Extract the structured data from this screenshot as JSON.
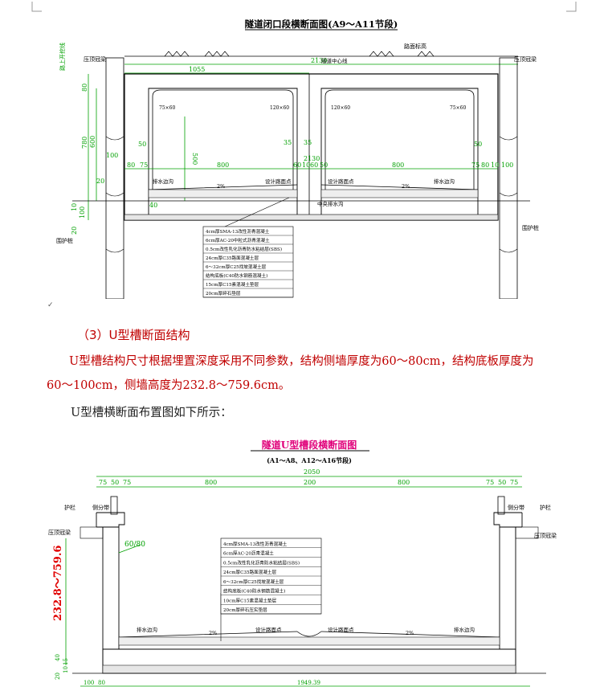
{
  "drawing1": {
    "title": "隧道闭口段横断面图(A9～A11节段)",
    "labels": {
      "road_design_line": "路面标高",
      "left_crown": "压顶冠梁",
      "right_crown": "压顶冠梁",
      "cover_elev": "路上开挖线",
      "tunnel_center": "隧道中心线",
      "pile_left": "围护桩",
      "pile_right": "围护桩",
      "drain_left": "排水边沟",
      "road_center_l": "设计路面点",
      "road_center_r": "设计路面点",
      "drain_right": "排水边沟",
      "mid_drain": "中央排水沟",
      "corner_l": "75×60",
      "corner_cl": "120×60",
      "corner_cr": "120×60",
      "corner_r": "75×60"
    },
    "dims": {
      "total": "2130",
      "half": "1055",
      "top_thick": "80",
      "height": "780",
      "inner_h": "600",
      "mid_h": "500",
      "left_100": "100",
      "wall50_l": "50",
      "wall50_r": "50",
      "d35": "35",
      "d35b": "35",
      "d20": "20",
      "d40": "40",
      "d10": "10",
      "d100": "100",
      "d20b": "20",
      "mid2130": "2130",
      "row_80a": "80",
      "row_75a": "75",
      "row_800a": "800",
      "row_60a": "60",
      "row_10a": "10",
      "row_60b": "60",
      "row_50": "50",
      "row_800b": "800",
      "row_75b": "75",
      "row_80b": "80",
      "row_10b": "10",
      "row_100": "100",
      "slope_l": "2%",
      "slope_r": "2%"
    },
    "layers": [
      "4cm厚SMA-13改性沥青混凝土",
      "6cm厚AC-20中粒式沥青混凝土",
      "0.5cm改性乳化沥青防水粘结层(SBS)",
      "24cm厚C35路面混凝土层",
      "6～32cm厚C25找坡混凝土层",
      "结构底板(C40防水钢筋混凝土)",
      "15cm厚C15素混凝土垫层",
      "20cm厚碎石垫层"
    ]
  },
  "section": {
    "heading": "（3）U型槽断面结构",
    "para1_line1": "U型槽结构尺寸根据埋置深度采用不同参数，结构侧墙厚度为60～80cm，结构底板厚度为",
    "para1_line2": "60～100cm，侧墙高度为232.8～759.6cm。",
    "caption": "U型槽横断面布置图如下所示："
  },
  "drawing2": {
    "title": "隧道U型槽段横断面图",
    "subtitle": "(A1～A8、A12～A16节段)",
    "labels": {
      "guard_l": "护栏",
      "guard_r": "护栏",
      "belt_l": "侧分带",
      "belt_r": "侧分带",
      "crown_l": "压顶冠梁",
      "crown_r": "压顶冠梁",
      "wall_thick": "60/80",
      "wall_height": "232.8～759.6",
      "drain_l": "排水边沟",
      "road_l": "设计路面点",
      "road_r": "设计路面点",
      "drain_r": "排水边沟",
      "slope_l": "2%",
      "slope_r": "2%"
    },
    "dims": {
      "total": "2050",
      "r1": "75",
      "r2": "50",
      "r3": "75",
      "r4": "800",
      "r5": "200",
      "r6": "800",
      "r7": "75",
      "r8": "50",
      "r9": "75",
      "b1": "100",
      "b2": "80",
      "b3": "1949.39",
      "v20": "20",
      "v10": "10",
      "v15": "15",
      "v40": "40"
    },
    "layers": [
      "4cm厚SMA-13改性沥青混凝土",
      "6cm厚AC-20沥青混凝土",
      "0.5cm改性乳化沥青防水粘结层(SBS)",
      "24cm厚C35路面混凝土层",
      "6～32cm厚C25找坡混凝土层",
      "结构底板(C40防水钢筋混凝土)",
      "10cm厚C15素混凝土垫层",
      "20cm厚碎石压实垫层"
    ]
  },
  "colors": {
    "dim_green": "#00a000",
    "red_text": "#c00000",
    "line": "#000000"
  }
}
